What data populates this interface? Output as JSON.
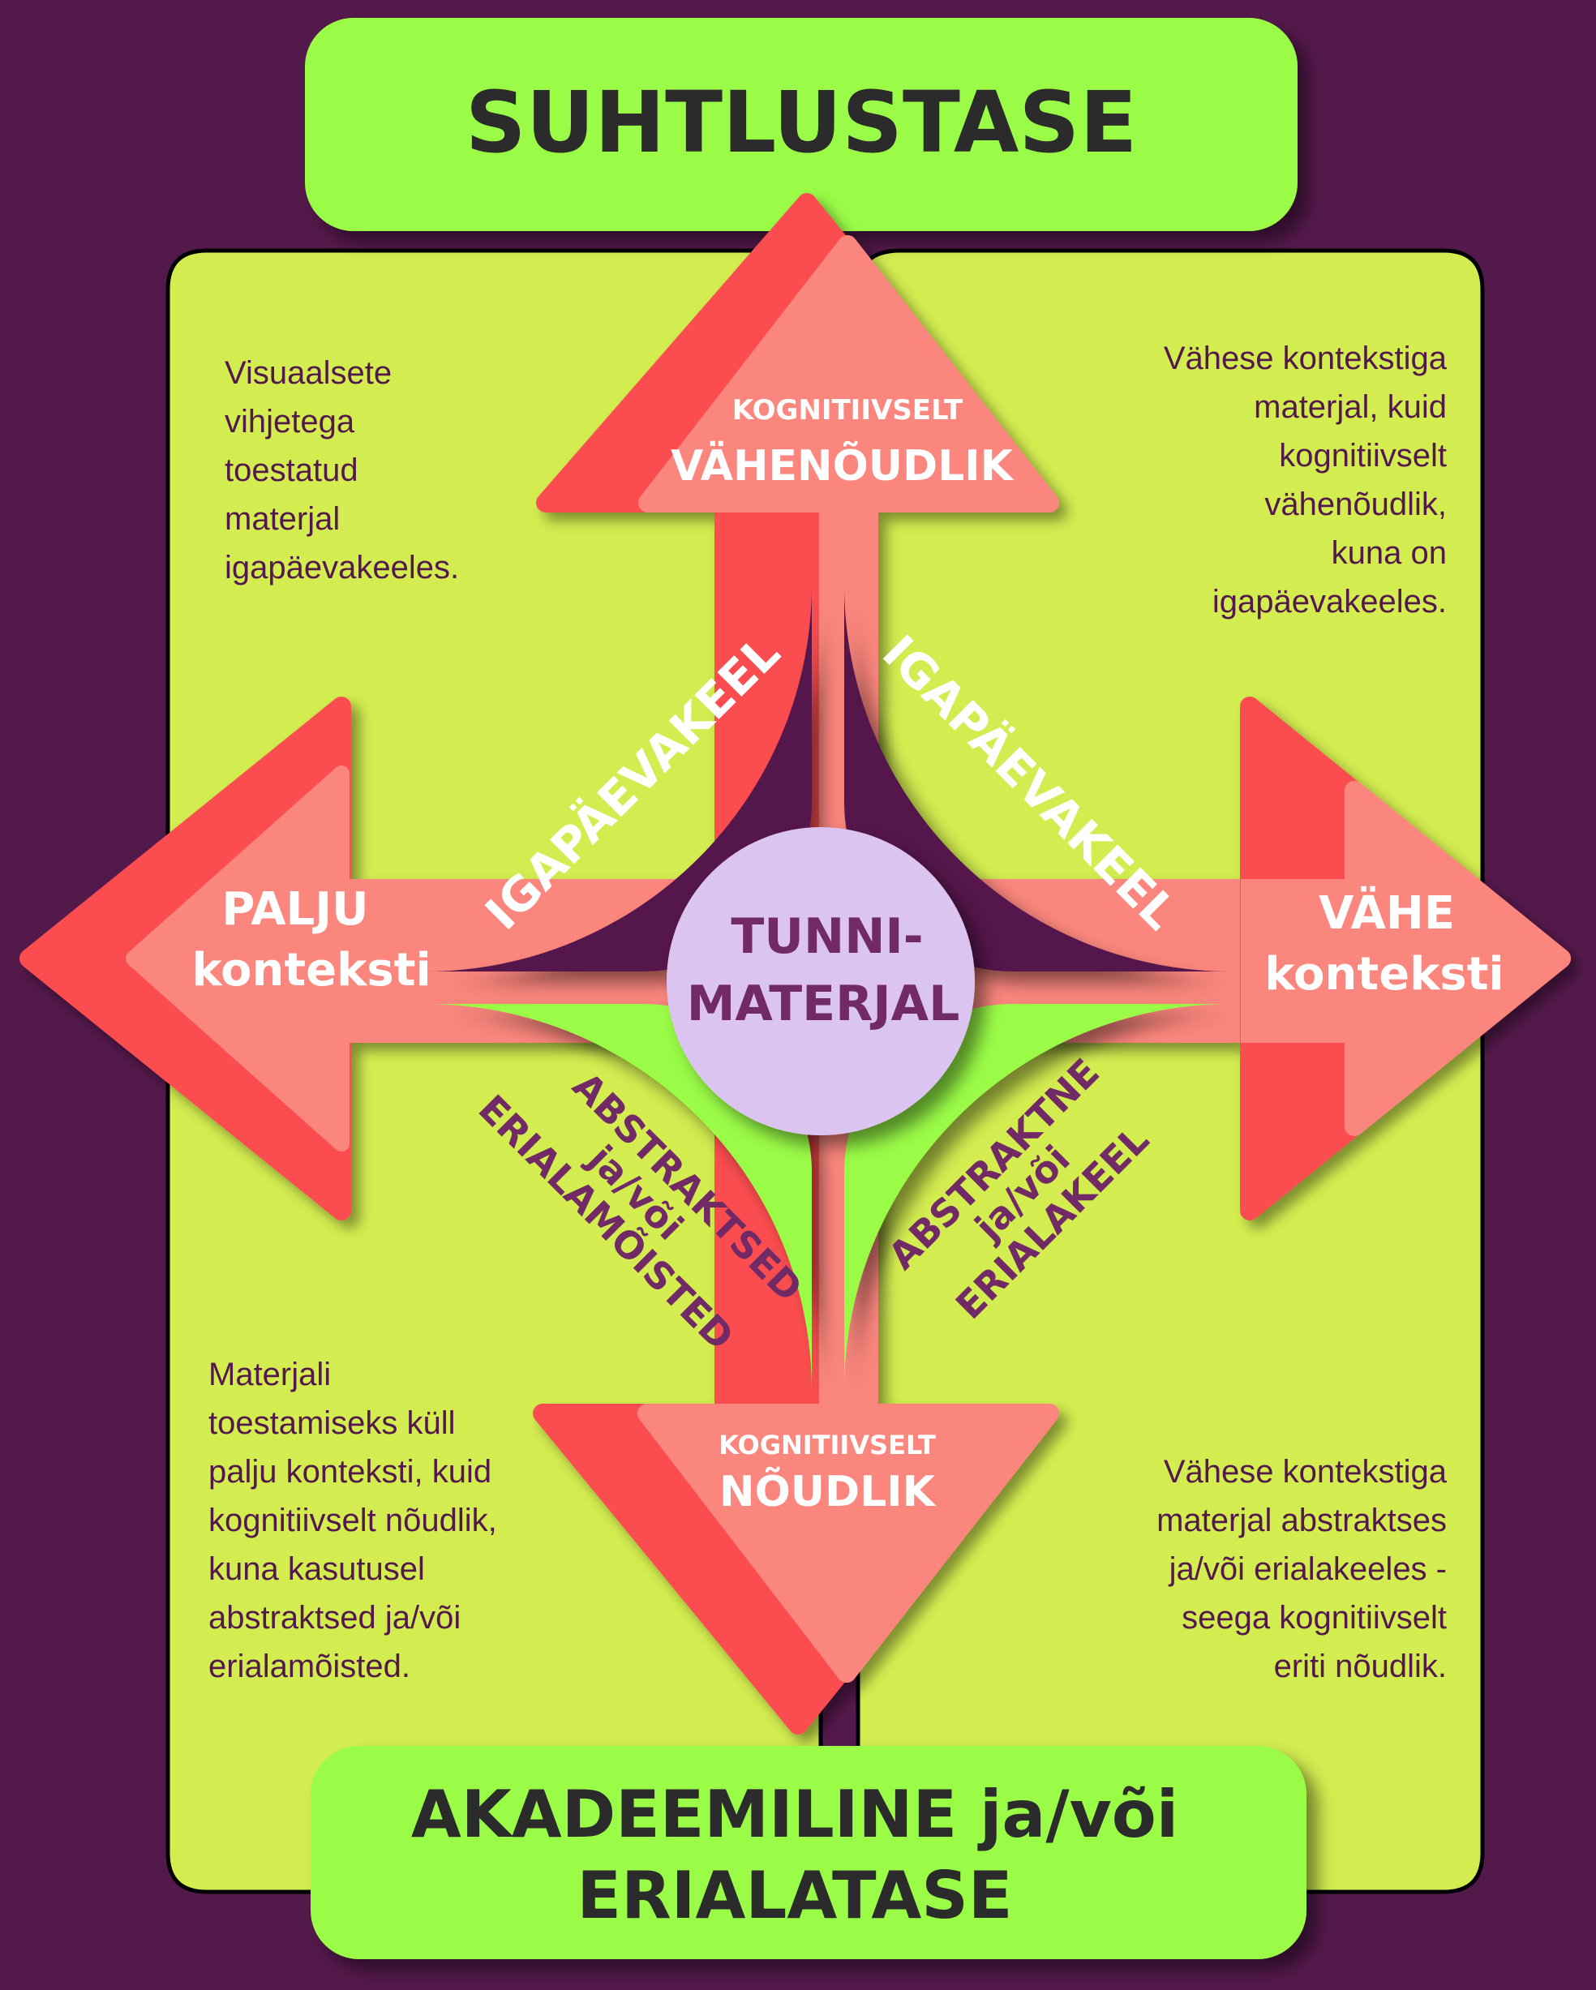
{
  "header": {
    "title": "SUHTLUSTASE"
  },
  "footer": {
    "title_line1": "AKADEEMILINE ja/või",
    "title_line2": "ERIALATASE"
  },
  "arrows": {
    "up": {
      "small": "KOGNITIIVSELT",
      "big": "VÄHENÕUDLIK"
    },
    "down": {
      "small": "KOGNITIIVSELT",
      "big": "NÕUDLIK"
    },
    "left": {
      "line1": "PALJU",
      "line2": "konteksti"
    },
    "right": {
      "line1": "VÄHE",
      "line2": "konteksti"
    }
  },
  "center": {
    "line1": "TUNNI-",
    "line2": "MATERJAL"
  },
  "quadrants": {
    "top_left": {
      "label": "IGAPÄEVAKEEL"
    },
    "top_right": {
      "label": "IGAPÄEVAKEEL"
    },
    "bottom_left": {
      "line1": "ABSTRAKTSED",
      "line2": "ja/või",
      "line3": "ERIALAMÕISTED"
    },
    "bottom_right": {
      "line1": "ABSTRAKTNE",
      "line2": "ja/või",
      "line3": "ERIALAKEEL"
    }
  },
  "descriptions": {
    "top_left": "Visuaalsete\nvihjetega\ntoestatud\nmaterjal\nigapäevakeeles.",
    "top_right": "Vähese kontekstiga\nmaterjal, kuid\nkognitiivselt\nvähenõudlik,\nkuna on\nigapäevakeeles.",
    "bottom_left": "Materjali\ntoestamiseks küll\npalju konteksti, kuid\nkognitiivselt nõudlik,\nkuna kasutusel\nabstraktsed ja/või\nerialamõisted.",
    "bottom_right": "Vähese kontekstiga\nmaterjal abstraktses\nja/või erialakeeles -\nseega kognitiivselt\neriti nõudlik."
  },
  "colors": {
    "background": "#54194b",
    "panel": "#d3ed50",
    "title_box": "#9afc47",
    "arrow_dark": "#fb4e4f",
    "arrow_light": "#fb867d",
    "quad_dark": "#54194b",
    "quad_light": "#9afc47",
    "center": "#dcc4f1",
    "center_text": "#722a66",
    "desc_text": "#54194b"
  }
}
